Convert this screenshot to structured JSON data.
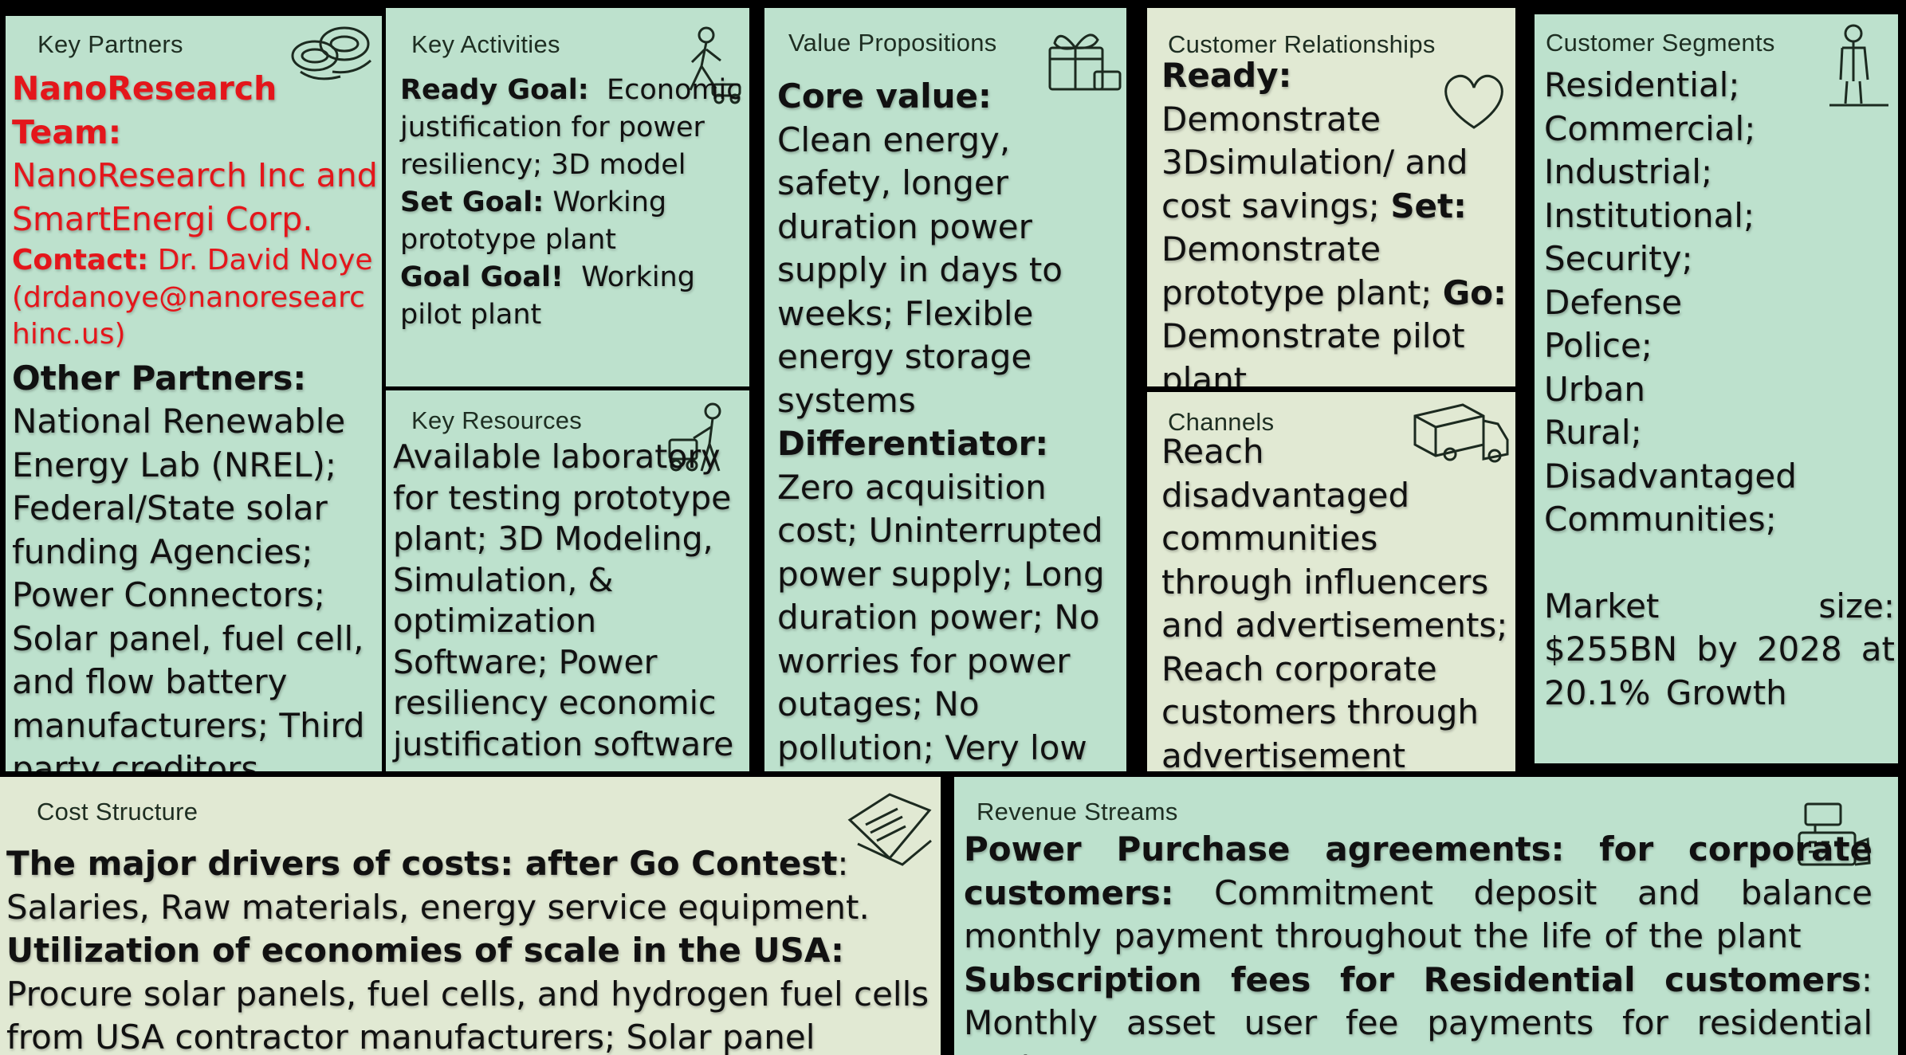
{
  "key_partners": {
    "title": "Key Partners",
    "team_label": "NanoResearch Team:",
    "team_members": "NanoResearch Inc and SmartEnergi Corp.",
    "contact_label": "Contact:",
    "contact_name": "Dr. David Noye",
    "contact_email": "(drdanoye@nanoresearchinc.us)",
    "other_label": "Other Partners:",
    "other_list": "National Renewable Energy Lab (NREL); Federal/State solar funding Agencies; Power Connectors; Solar panel, fuel cell, and flow battery manufacturers; Third party creditors",
    "icon": "chain-links-icon"
  },
  "key_activities": {
    "title": "Key Activities",
    "ready_label": "Ready Goal:",
    "ready_text": "Economic justification for power resiliency; 3D model",
    "set_label": "Set Goal:",
    "set_text": "Working prototype plant",
    "go_label": "Goal Goal!",
    "go_text": "Working pilot plant",
    "icon": "worker-icon"
  },
  "key_resources": {
    "title": "Key Resources",
    "text": "Available laboratory for testing prototype plant; 3D Modeling, Simulation, & optimization Software; Power resiliency economic justification software",
    "icon": "worker-with-cart-icon"
  },
  "value_propositions": {
    "title": "Value Propositions",
    "core_label": "Core value:",
    "core_text": "Clean energy, safety, longer duration power supply in days to weeks; Flexible energy storage systems",
    "diff_label": "Differentiator:",
    "diff_text": "Zero acquisition cost; Uninterrupted power supply; Long duration power; No worries for power outages; No pollution; Very low lifetime cost; Low maintenance cost; Millisecond change over",
    "icon": "gift-icon"
  },
  "customer_relationships": {
    "title": "Customer Relationships",
    "ready_label": "Ready:",
    "ready_text": "Demonstrate 3Dsimulation/ and cost savings;",
    "set_label": "Set:",
    "set_text": "Demonstrate prototype plant;",
    "go_label": "Go:",
    "go_text": "Demonstrate pilot plant",
    "icon": "heart-icon"
  },
  "channels": {
    "title": "Channels",
    "text": "Reach disadvantaged communities through influencers and advertisements; Reach corporate customers through advertisement",
    "icon": "delivery-truck-icon"
  },
  "customer_segments": {
    "title": "Customer Segments",
    "segments": [
      "Residential;",
      "Commercial;",
      "Industrial;",
      "Institutional;",
      "Security;",
      "Defense",
      "Police;",
      "Urban",
      "Rural;",
      "Disadvantaged",
      "Communities;"
    ],
    "market": "Market size: $255BN by 2028 at 20.1% Growth",
    "icon": "person-icon"
  },
  "cost_structure": {
    "title": "Cost Structure",
    "drivers_label": "The major drivers of costs: after Go Contest",
    "drivers_text": ": Salaries, Raw materials, energy service equipment.",
    "econ_label": "Utilization of economies of scale in the USA:",
    "econ_text": "Procure solar panels, fuel cells, and hydrogen fuel cells from USA contractor manufacturers; Solar panel installers",
    "icon": "price-tag-icon"
  },
  "revenue_streams": {
    "title": "Revenue Streams",
    "ppa_label": "Power Purchase agreements: for corporate customers:",
    "ppa_text": "Commitment deposit and balance monthly payment throughout the life of the plant",
    "sub_label": "Subscription fees for Residential customers",
    "sub_text": ": Monthly asset user fee payments for residential customers",
    "icon": "cash-register-icon"
  }
}
